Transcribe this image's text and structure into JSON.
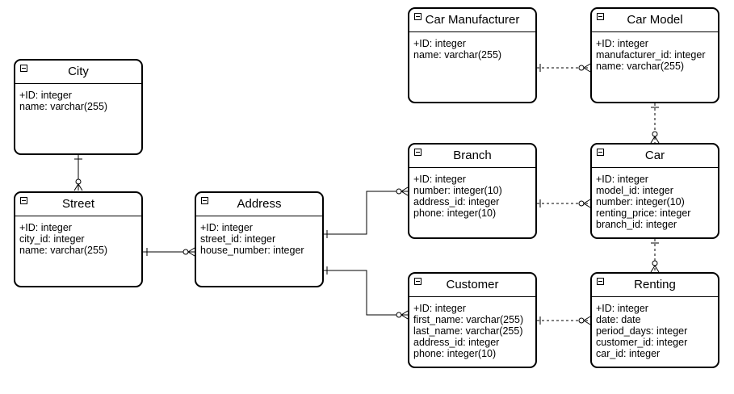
{
  "entities": {
    "city": {
      "title": "City",
      "fields": [
        "+ID: integer",
        "name: varchar(255)"
      ]
    },
    "street": {
      "title": "Street",
      "fields": [
        "+ID: integer",
        "city_id: integer",
        "name: varchar(255)"
      ]
    },
    "address": {
      "title": "Address",
      "fields": [
        "+ID: integer",
        "street_id: integer",
        "house_number: integer"
      ]
    },
    "car_manufacturer": {
      "title": "Car Manufacturer",
      "fields": [
        "+ID: integer",
        "name: varchar(255)"
      ]
    },
    "car_model": {
      "title": "Car Model",
      "fields": [
        "+ID: integer",
        "manufacturer_id: integer",
        "name: varchar(255)"
      ]
    },
    "branch": {
      "title": "Branch",
      "fields": [
        "+ID: integer",
        "number: integer(10)",
        "address_id: integer",
        "phone: integer(10)"
      ]
    },
    "car": {
      "title": "Car",
      "fields": [
        "+ID: integer",
        "model_id: integer",
        "number: integer(10)",
        "renting_price: integer",
        "branch_id: integer"
      ]
    },
    "customer": {
      "title": "Customer",
      "fields": [
        "+ID: integer",
        "first_name: varchar(255)",
        "last_name: varchar(255)",
        "address_id: integer",
        "phone: integer(10)"
      ]
    },
    "renting": {
      "title": "Renting",
      "fields": [
        "+ID: integer",
        "date: date",
        "period_days: integer",
        "customer_id: integer",
        "car_id: integer"
      ]
    }
  },
  "relationships": [
    {
      "from": "city",
      "to": "street",
      "style": "solid"
    },
    {
      "from": "street",
      "to": "address",
      "style": "solid"
    },
    {
      "from": "address",
      "to": "branch",
      "style": "solid"
    },
    {
      "from": "address",
      "to": "customer",
      "style": "solid"
    },
    {
      "from": "car_manufacturer",
      "to": "car_model",
      "style": "dashed"
    },
    {
      "from": "car_model",
      "to": "car",
      "style": "dashed"
    },
    {
      "from": "branch",
      "to": "car",
      "style": "dashed"
    },
    {
      "from": "car",
      "to": "renting",
      "style": "dashed"
    },
    {
      "from": "customer",
      "to": "renting",
      "style": "dashed"
    }
  ]
}
